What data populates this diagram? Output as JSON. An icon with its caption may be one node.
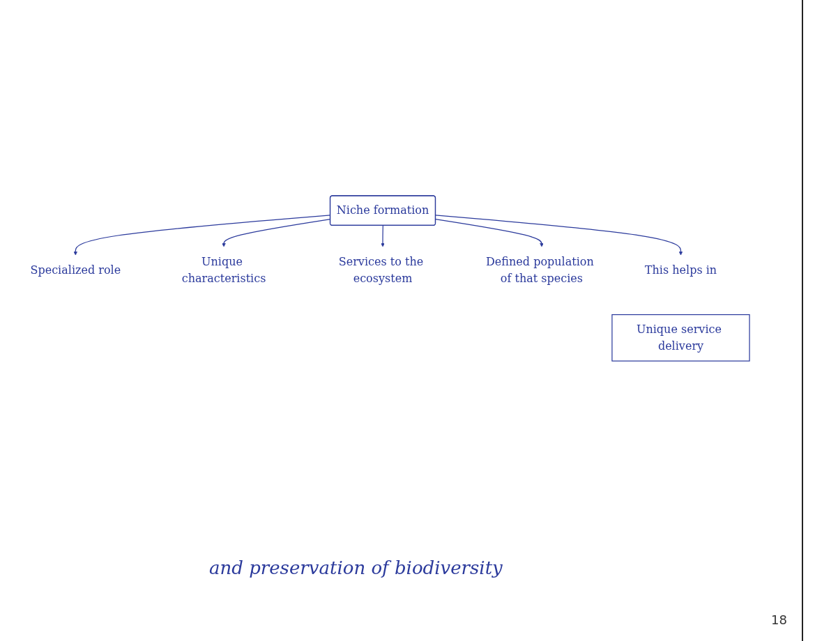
{
  "diagram": {
    "nodes": [
      {
        "text": [
          "Niche formation"
        ]
      },
      {
        "text": [
          "Specialized role"
        ]
      },
      {
        "text": [
          "Unique characteristics"
        ]
      },
      {
        "text": [
          "Services to the ecosystem"
        ]
      },
      {
        "text": [
          "Defined population of that species"
        ]
      },
      {
        "text": [
          "This helps in"
        ]
      },
      {
        "text": [
          "Unique service delivery"
        ]
      }
    ],
    "edges": [
      {
        "from": 0,
        "to": 1,
        "arrow": "to"
      },
      {
        "from": 0,
        "to": 2,
        "arrow": "to"
      },
      {
        "from": 0,
        "to": 3,
        "arrow": "to"
      },
      {
        "from": 0,
        "to": 4,
        "arrow": "to"
      },
      {
        "from": 0,
        "to": 5,
        "arrow": "to"
      }
    ],
    "labels": [
      "and preservation of biodiversity",
      "18"
    ]
  }
}
